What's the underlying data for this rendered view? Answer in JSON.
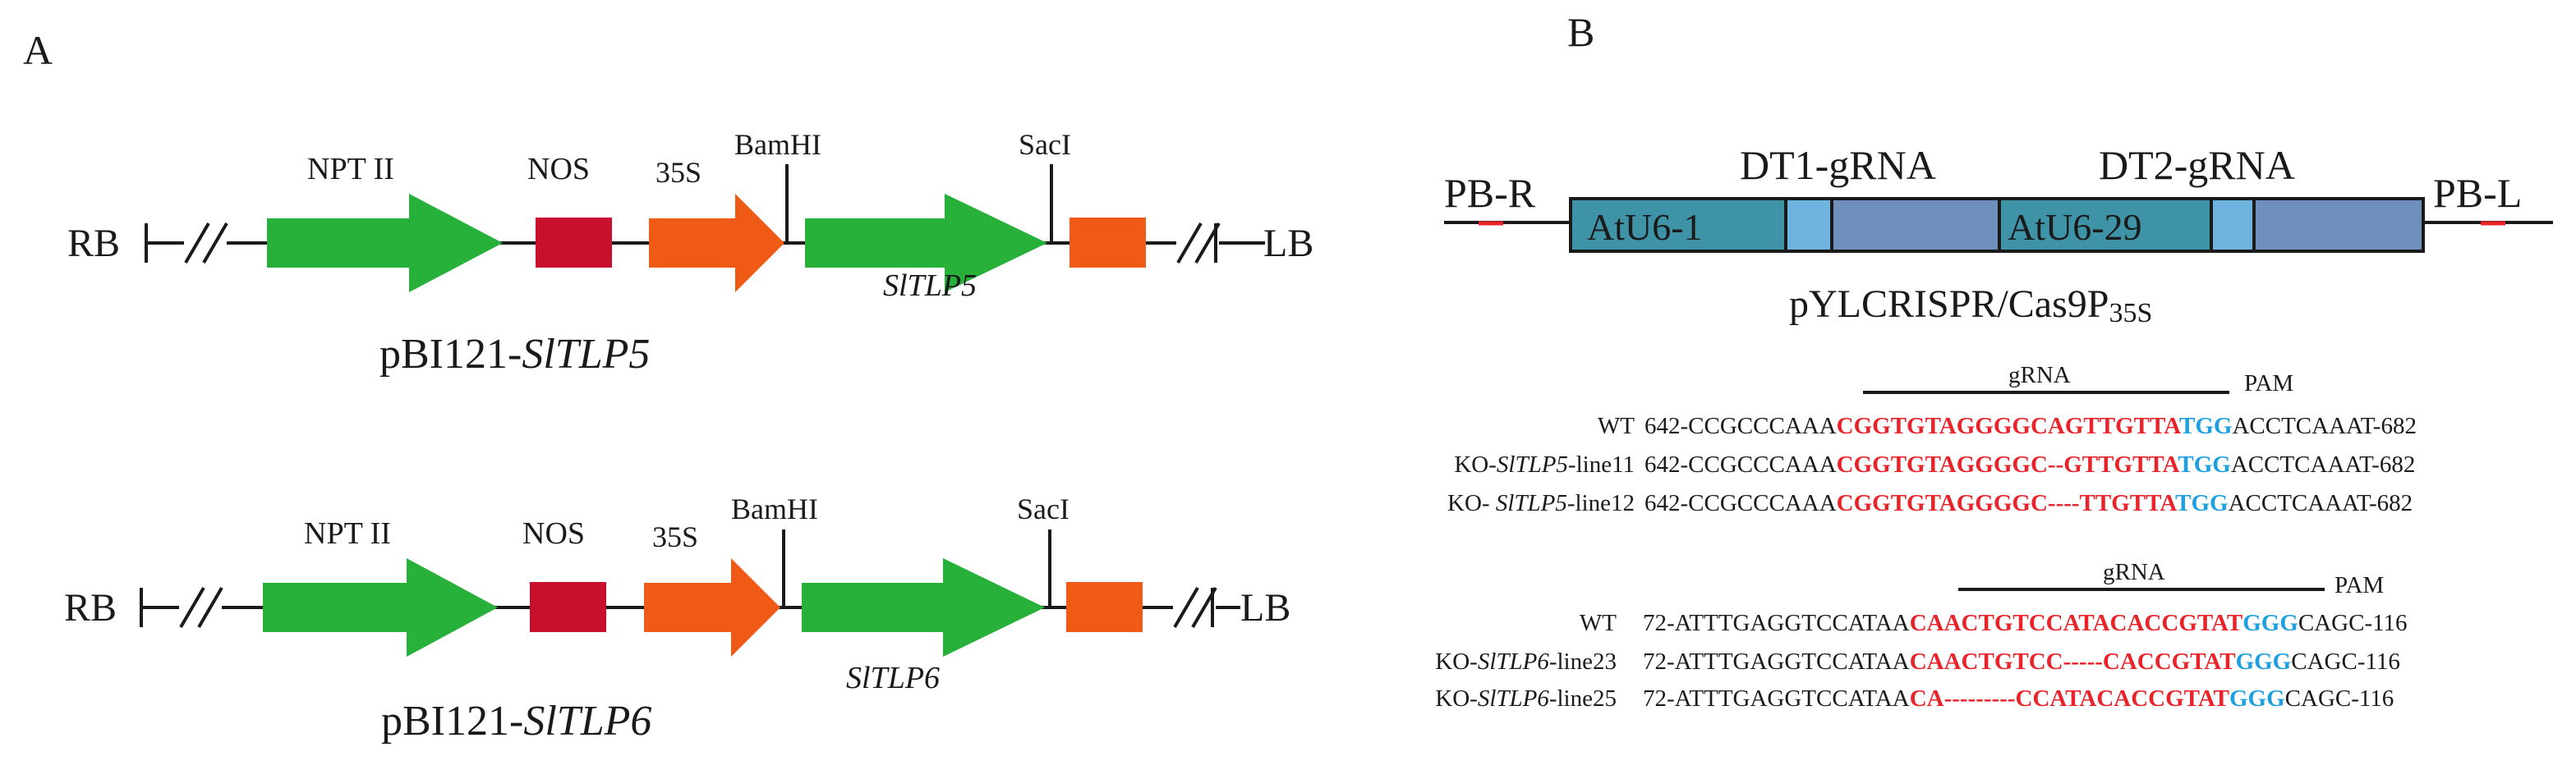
{
  "panels": {
    "a_label": "A",
    "b_label": "B"
  },
  "colors": {
    "gene_green": "#27b13a",
    "promoter_orange": "#ef5a16",
    "terminator_red": "#c8102e",
    "cassette_teal": "#3e93a6",
    "cassette_blue": "#6f8fbd",
    "cassette_light": "#6fb4de",
    "seq_red": "#e8232a",
    "pam_blue": "#1e9fe0"
  },
  "constructs": [
    {
      "rb": "RB",
      "lb": "LB",
      "npt": "NPT II",
      "nos": "NOS",
      "p35s": "35S",
      "bamhi": "BamHI",
      "saci": "SacI",
      "gene": "SlTLP5",
      "name_prefix": "pBI121-",
      "name_gene": "SlTLP5"
    },
    {
      "rb": "RB",
      "lb": "LB",
      "npt": "NPT II",
      "nos": "NOS",
      "p35s": "35S",
      "bamhi": "BamHI",
      "saci": "SacI",
      "gene": "SlTLP6",
      "name_prefix": "pBI121-",
      "name_gene": "SlTLP6"
    }
  ],
  "cassette": {
    "pb_r": "PB-R",
    "pb_l": "PB-L",
    "dt1": "DT1-gRNA",
    "dt2": "DT2-gRNA",
    "atu6_1": "AtU6-1",
    "atu6_29": "AtU6-29",
    "name_main": "pYLCRISPR/Cas9P",
    "name_sub": "35S"
  },
  "alignments": [
    {
      "grna": "gRNA",
      "pam": "PAM",
      "rows": [
        {
          "label_pre": "WT",
          "label_gene": "",
          "label_post": "",
          "left": "642-CCGCCCAAA",
          "red": "CGGTGTAGGGGCAGTTGTTA",
          "blue": "TGG",
          "right": "ACCTCAAAT-682"
        },
        {
          "label_pre": "KO-",
          "label_gene": "SlTLP5",
          "label_post": "-line11",
          "left": "642-CCGCCCAAA",
          "red": "CGGTGTAGGGGC--GTTGTTA",
          "blue": "TGG",
          "right": "ACCTCAAAT-682"
        },
        {
          "label_pre": "KO- ",
          "label_gene": "SlTLP5",
          "label_post": "-line12",
          "left": "642-CCGCCCAAA",
          "red": "CGGTGTAGGGGC----TTGTTA",
          "blue": "TGG",
          "right": "ACCTCAAAT-682"
        }
      ]
    },
    {
      "grna": "gRNA",
      "pam": "PAM",
      "rows": [
        {
          "label_pre": "WT",
          "label_gene": "",
          "label_post": "",
          "left": "72-ATTTGAGGTCCATAA",
          "red": "CAACTGTCCATACACCGTAT",
          "blue": "GGG",
          "right": "CAGC-116"
        },
        {
          "label_pre": "KO-",
          "label_gene": "SlTLP6",
          "label_post": "-line23",
          "left": "72-ATTTGAGGTCCATAA",
          "red": "CAACTGTCC-----CACCGTAT",
          "blue": "GGG",
          "right": "CAGC-116"
        },
        {
          "label_pre": "KO-",
          "label_gene": "SlTLP6",
          "label_post": "-line25",
          "left": "72-ATTTGAGGTCCATAA",
          "red": "CA---------CCATACACCGTAT",
          "blue": "GGG",
          "right": "CAGC-116"
        }
      ]
    }
  ]
}
